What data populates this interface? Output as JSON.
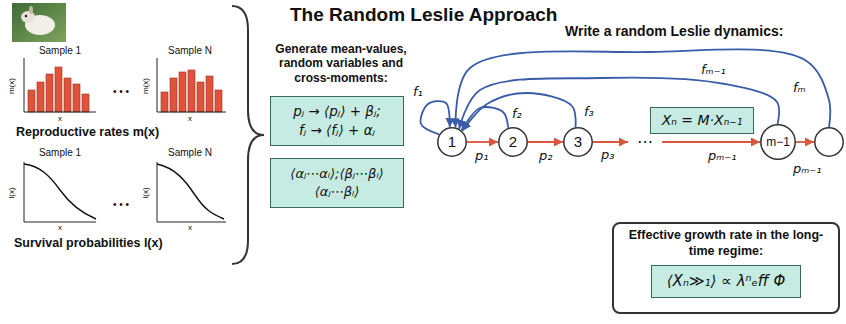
{
  "diagram": {
    "title": "The Random Leslie Approach",
    "nodes": [
      {
        "text": [
          "pⱼ → ⟨pⱼ⟩ + βⱼ;",
          "fⱼ → ⟨fⱼ⟩ + αⱼ"
        ]
      },
      {
        "text": [
          "⟨αⱼ⋯αₗ⟩;⟨βⱼ⋯βₗ⟩",
          "⟨αⱼ⋯βₗ⟩"
        ]
      },
      {
        "text": [
          "1"
        ]
      },
      {
        "text": [
          "2"
        ]
      },
      {
        "text": [
          "3"
        ]
      },
      {
        "text": [
          "Xₙ = M·Xₙ₋₁"
        ]
      },
      {
        "text": [
          "m−1"
        ]
      },
      {
        "text": []
      },
      {
        "text": [
          "Effective growth rate in the long-time regime:"
        ]
      },
      {
        "text": [
          "⟨Xₙ≫₁⟩ ∝ λⁿₑff Φ"
        ],
        "in": 8
      }
    ],
    "edges": [
      {
        "from": 2,
        "to": 2,
        "label": "f₁",
        "arrow": "to"
      },
      {
        "from": 3,
        "to": 2,
        "label": "f₂",
        "arrow": "to"
      },
      {
        "from": 4,
        "to": 2,
        "label": "f₃",
        "arrow": "to"
      },
      {
        "from": 6,
        "to": 2,
        "label": "fₘ₋₁",
        "arrow": "to"
      },
      {
        "from": 7,
        "to": 2,
        "label": "fₘ",
        "arrow": "to"
      },
      {
        "from": 2,
        "to": 3,
        "label": "p₁",
        "arrow": "to"
      },
      {
        "from": 3,
        "to": 4,
        "label": "p₂",
        "arrow": "to"
      },
      {
        "from": 6,
        "to": 7,
        "label": "pₘ₋₁",
        "arrow": "to"
      }
    ],
    "labels": [
      "Generate mean-values, random variables and cross-moments:",
      "Write a random Leslie dynamics:",
      "Sample 1",
      "Sample N",
      "m(x)",
      "m(x)",
      "x",
      "x",
      "• • •",
      "Reproductive rates m(x)",
      "Sample 1",
      "Sample N",
      "l(x)",
      "l(x)",
      "x",
      "x",
      "• • •",
      "Survival probabilities l(x)",
      "p₃",
      "⋯",
      "pₘ₋₁"
    ]
  }
}
